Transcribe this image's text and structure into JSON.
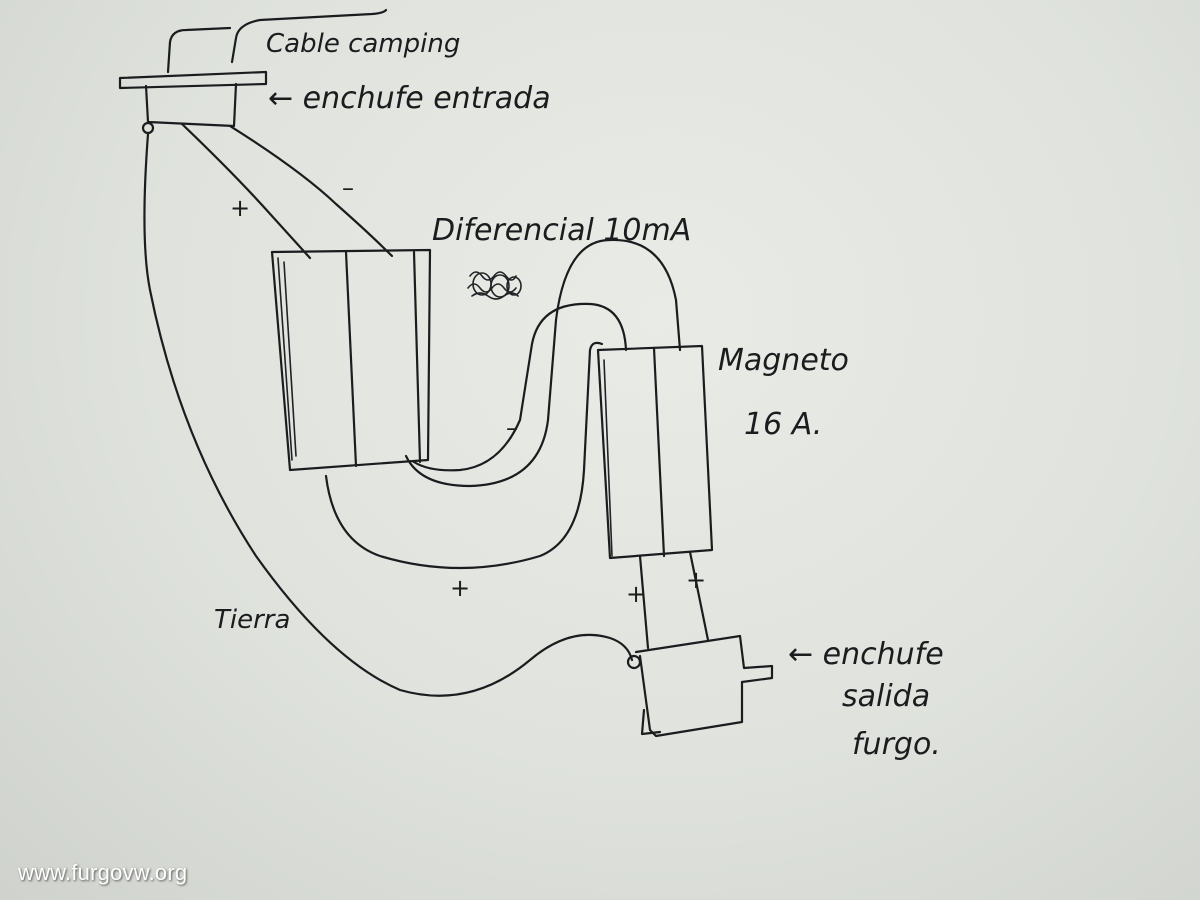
{
  "labels": {
    "cable": "Cable camping",
    "inlet_plug": "← enchufe entrada",
    "differential": "Diferencial 10mA",
    "magneto": "Magneto",
    "magneto_rating": "16 A.",
    "earth": "Tierra",
    "outlet_plug_line1": "← enchufe",
    "outlet_plug_line2": "salida",
    "outlet_plug_line3": "furgo.",
    "plus_inlet": "+",
    "minus_inlet": "–",
    "minus_bridge": "–",
    "plus_bottom": "+",
    "plus_out_left": "+",
    "plus_out_right": "+"
  },
  "watermark": "www.furgovw.org",
  "colors": {
    "ink": "#1c1c1f",
    "paper": "#e4e6e2"
  }
}
